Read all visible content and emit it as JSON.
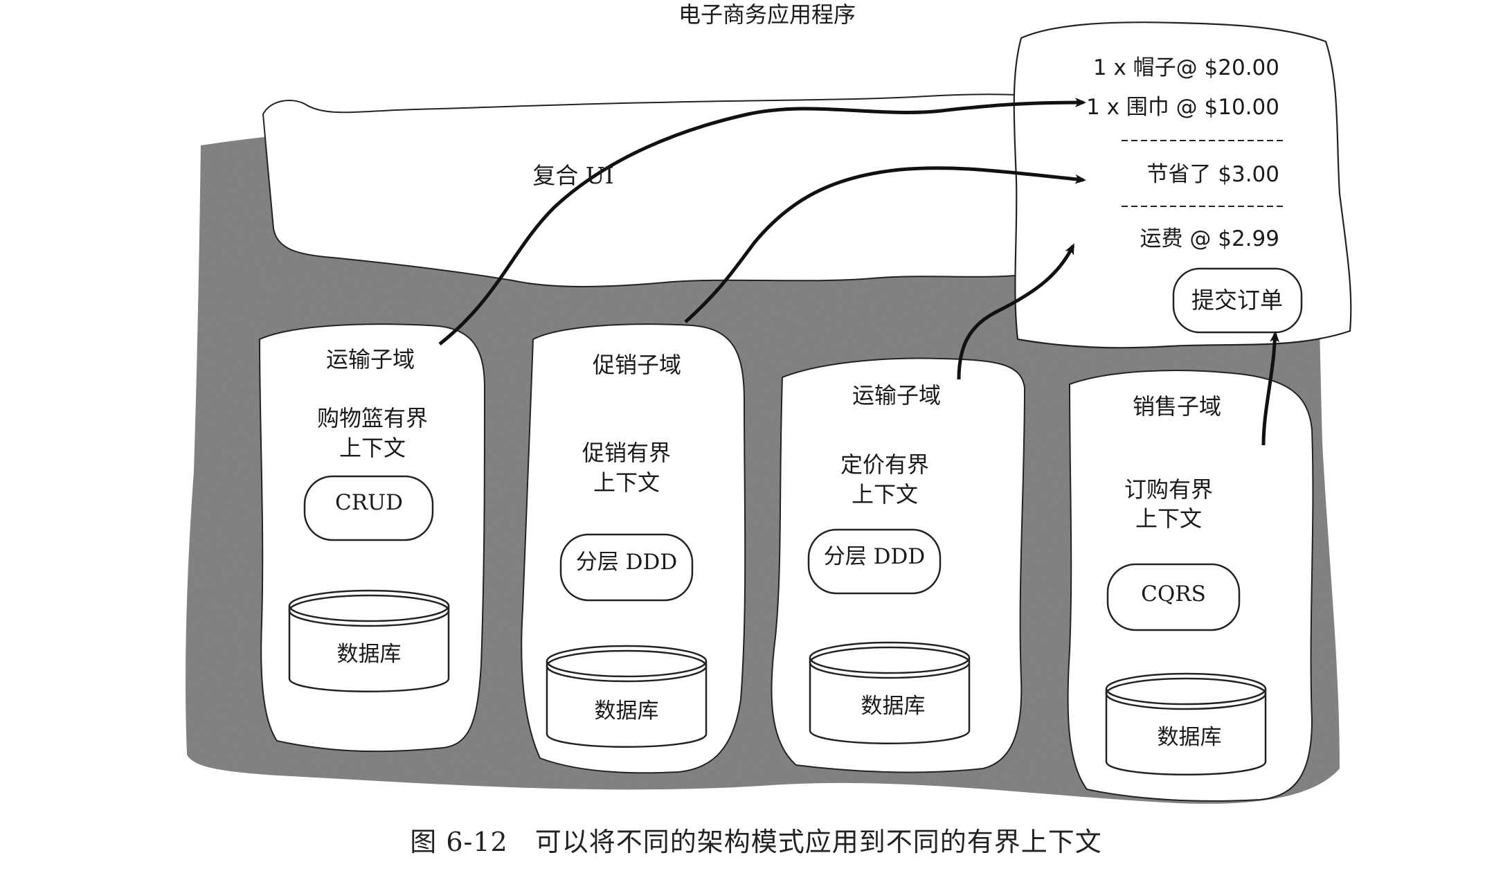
{
  "app_title": "电子商务应用程序",
  "composite_ui": {
    "label": "复合 UI"
  },
  "receipt": {
    "line1": "1 x 帽子@ $20.00",
    "line2": "1 x 围巾 @ $10.00",
    "discount": "节省了 $3.00",
    "shipping": "运费 @ $2.99",
    "submit_label": "提交订单"
  },
  "contexts": [
    {
      "subdomain": "运输子域",
      "context_line1": "购物篮有界",
      "context_line2": "上下文",
      "pattern": "CRUD",
      "storage": "数据库"
    },
    {
      "subdomain": "促销子域",
      "context_line1": "促销有界",
      "context_line2": "上下文",
      "pattern": "分层 DDD",
      "storage": "数据库"
    },
    {
      "subdomain": "运输子域",
      "context_line1": "定价有界",
      "context_line2": "上下文",
      "pattern": "分层 DDD",
      "storage": "数据库"
    },
    {
      "subdomain": "销售子域",
      "context_line1": "订购有界",
      "context_line2": "上下文",
      "pattern": "CQRS",
      "storage": "数据库"
    }
  ],
  "caption": "图 6-12　可以将不同的架构模式应用到不同的有界上下文",
  "colors": {
    "background_texture": "#8a8a8a",
    "ink": "#1a1a1a",
    "paper": "#ffffff"
  }
}
